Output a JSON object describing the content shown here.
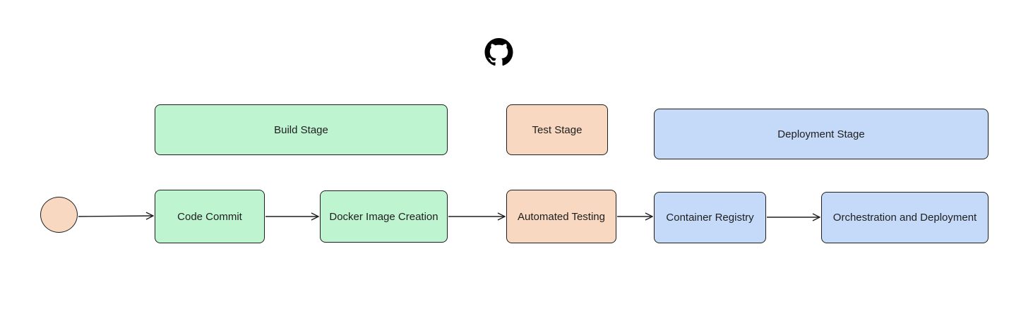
{
  "header": {
    "icon": "github-icon"
  },
  "stages": {
    "build": "Build Stage",
    "test": "Test Stage",
    "deploy": "Deployment Stage"
  },
  "steps": {
    "code_commit": "Code Commit",
    "docker_image": "Docker Image Creation",
    "automated_testing": "Automated Testing",
    "container_registry": "Container Registry",
    "orchestration": "Orchestration and Deployment"
  },
  "colors": {
    "build": "#bff4d1",
    "test": "#f8d8c0",
    "deploy": "#c5daf8",
    "stroke": "#1e1e1e"
  }
}
